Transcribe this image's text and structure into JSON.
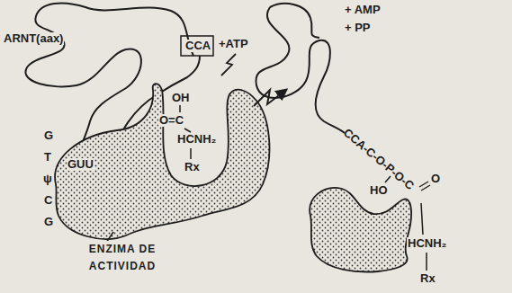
{
  "diagram": {
    "nodes": [
      {
        "text": [
          "ENZIMA DE ACTIVIDAD"
        ]
      }
    ],
    "labels": [
      "ARNT(aax)",
      "+ATP",
      "CCA",
      "OH",
      "O=C",
      "HCNH₂",
      "Rx",
      "G",
      "T",
      "ψ",
      "C",
      "G",
      "GUU",
      "+ AMP",
      "+ PP",
      "CCA-C-O-P-O-C",
      "HO",
      "O",
      "HCNH₂",
      "Rx"
    ]
  }
}
